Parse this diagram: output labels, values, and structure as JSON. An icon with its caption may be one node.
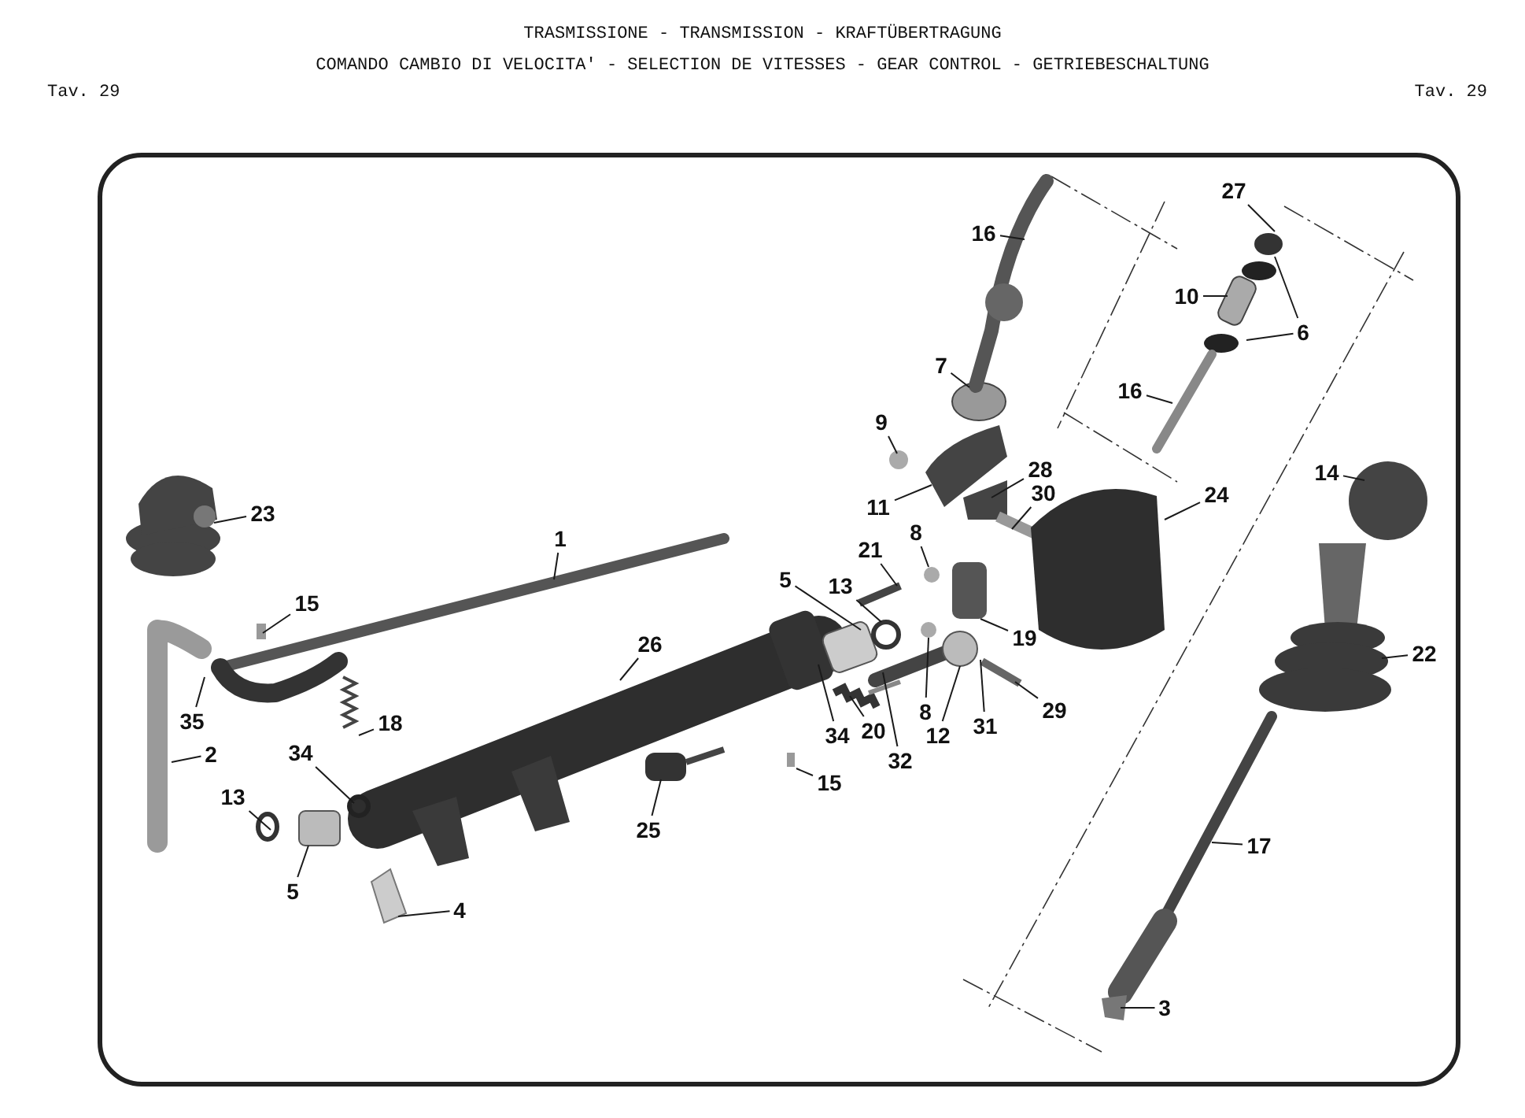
{
  "diagram": {
    "title": "TRASMISSIONE - TRANSMISSION - KRAFTÜBERTRAGUNG",
    "nodes": [
      {
        "text": [
          "1"
        ]
      },
      {
        "text": [
          "23"
        ]
      },
      {
        "text": [
          "15"
        ]
      },
      {
        "text": [
          "35"
        ]
      },
      {
        "text": [
          "2"
        ]
      },
      {
        "text": [
          "18"
        ]
      },
      {
        "text": [
          "34"
        ]
      },
      {
        "text": [
          "13"
        ]
      },
      {
        "text": [
          "5"
        ]
      },
      {
        "text": [
          "4"
        ]
      },
      {
        "text": [
          "26"
        ]
      },
      {
        "text": [
          "25"
        ]
      },
      {
        "text": [
          "16"
        ]
      },
      {
        "text": [
          "7"
        ]
      },
      {
        "text": [
          "9"
        ]
      },
      {
        "text": [
          "11"
        ]
      },
      {
        "text": [
          "28"
        ]
      },
      {
        "text": [
          "30"
        ]
      },
      {
        "text": [
          "21"
        ]
      },
      {
        "text": [
          "8"
        ]
      },
      {
        "text": [
          "5"
        ]
      },
      {
        "text": [
          "13"
        ]
      },
      {
        "text": [
          "34"
        ]
      },
      {
        "text": [
          "20"
        ]
      },
      {
        "text": [
          "32"
        ]
      },
      {
        "text": [
          "8"
        ]
      },
      {
        "text": [
          "12"
        ]
      },
      {
        "text": [
          "31"
        ]
      },
      {
        "text": [
          "29"
        ]
      },
      {
        "text": [
          "19"
        ]
      },
      {
        "text": [
          "15"
        ]
      },
      {
        "text": [
          "27"
        ]
      },
      {
        "text": [
          "10"
        ]
      },
      {
        "text": [
          "6"
        ]
      },
      {
        "text": [
          "16"
        ]
      },
      {
        "text": [
          "24"
        ]
      },
      {
        "text": [
          "14"
        ]
      },
      {
        "text": [
          "22"
        ]
      },
      {
        "text": [
          "17"
        ]
      },
      {
        "text": [
          "3"
        ]
      }
    ],
    "edges": [
      {
        "from": 0,
        "to": null,
        "arrow": "none"
      },
      {
        "from": 1,
        "to": null,
        "arrow": "none"
      },
      {
        "from": 2,
        "to": null,
        "arrow": "none"
      },
      {
        "from": 3,
        "to": null,
        "arrow": "none"
      },
      {
        "from": 4,
        "to": null,
        "arrow": "none"
      },
      {
        "from": 5,
        "to": null,
        "arrow": "none"
      },
      {
        "from": 6,
        "to": null,
        "arrow": "none"
      },
      {
        "from": 7,
        "to": null,
        "arrow": "none"
      },
      {
        "from": 8,
        "to": null,
        "arrow": "none"
      },
      {
        "from": 9,
        "to": null,
        "arrow": "none"
      },
      {
        "from": 10,
        "to": null,
        "arrow": "none"
      },
      {
        "from": 11,
        "to": null,
        "arrow": "none"
      },
      {
        "from": 12,
        "to": null,
        "arrow": "none"
      },
      {
        "from": 13,
        "to": null,
        "arrow": "none"
      },
      {
        "from": 14,
        "to": null,
        "arrow": "none"
      },
      {
        "from": 15,
        "to": null,
        "arrow": "none"
      },
      {
        "from": 16,
        "to": null,
        "arrow": "none"
      },
      {
        "from": 17,
        "to": null,
        "arrow": "none"
      },
      {
        "from": 18,
        "to": null,
        "arrow": "none"
      },
      {
        "from": 19,
        "to": null,
        "arrow": "none"
      },
      {
        "from": 20,
        "to": null,
        "arrow": "none"
      },
      {
        "from": 21,
        "to": null,
        "arrow": "none"
      },
      {
        "from": 22,
        "to": null,
        "arrow": "none"
      },
      {
        "from": 23,
        "to": null,
        "arrow": "none"
      },
      {
        "from": 24,
        "to": null,
        "arrow": "none"
      },
      {
        "from": 25,
        "to": null,
        "arrow": "none"
      },
      {
        "from": 26,
        "to": null,
        "arrow": "none"
      },
      {
        "from": 27,
        "to": null,
        "arrow": "none"
      },
      {
        "from": 28,
        "to": null,
        "arrow": "none"
      },
      {
        "from": 29,
        "to": null,
        "arrow": "none"
      },
      {
        "from": 30,
        "to": null,
        "arrow": "none"
      },
      {
        "from": 31,
        "to": null,
        "arrow": "none"
      },
      {
        "from": 32,
        "to": null,
        "arrow": "none"
      },
      {
        "from": 33,
        "to": null,
        "arrow": "none"
      },
      {
        "from": 34,
        "to": null,
        "arrow": "none"
      },
      {
        "from": 35,
        "to": null,
        "arrow": "none"
      },
      {
        "from": 36,
        "to": null,
        "arrow": "none"
      },
      {
        "from": 37,
        "to": null,
        "arrow": "none"
      },
      {
        "from": 38,
        "to": null,
        "arrow": "none"
      },
      {
        "from": 39,
        "to": null,
        "arrow": "none"
      },
      {
        "from": 33,
        "to": null,
        "arrow": "none"
      }
    ],
    "labels": [
      "COMANDO CAMBIO DI VELOCITA' - SELECTION DE VITESSES - GEAR CONTROL - GETRIEBESCHALTUNG",
      "Tav. 29",
      "Tav. 29"
    ]
  }
}
